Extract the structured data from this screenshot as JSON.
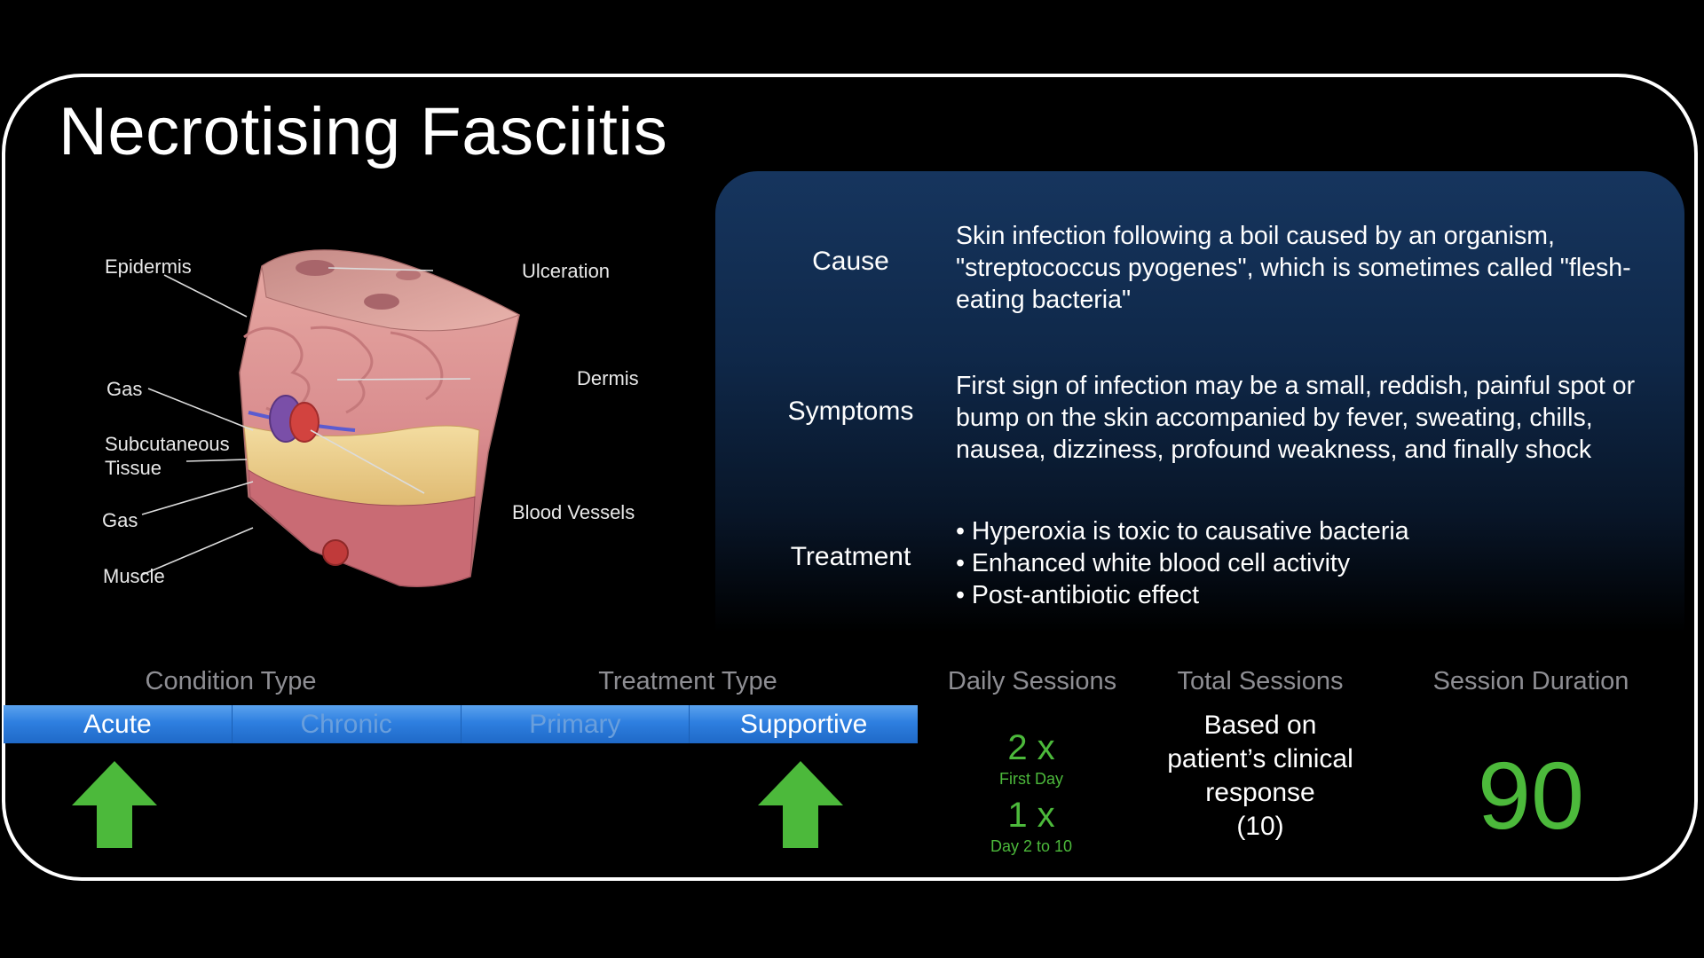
{
  "title": "Necrotising Fasciitis",
  "illustration": {
    "labels": {
      "epidermis": "Epidermis",
      "ulceration": "Ulceration",
      "dermis": "Dermis",
      "gas_top": "Gas",
      "subcutaneous": "Subcutaneous",
      "tissue": "Tissue",
      "gas_bottom": "Gas",
      "blood_vessels": "Blood Vessels",
      "muscle": "Muscle"
    }
  },
  "info": {
    "cause_label": "Cause",
    "cause_text": "Skin infection following a boil caused by an organism, \"streptococcus pyogenes\", which is sometimes called \"flesh-eating bacteria\"",
    "symptoms_label": "Symptoms",
    "symptoms_text": "First sign of infection may be a small, reddish, painful spot or bump on the skin accompanied by fever, sweating, chills, nausea, dizziness, profound weakness, and finally shock",
    "treatment_label": "Treatment",
    "treatment_items": [
      "Hyperoxia is toxic to causative bacteria",
      "Enhanced white blood cell activity",
      "Post-antibiotic effect"
    ]
  },
  "headers": {
    "condition_type": "Condition Type",
    "treatment_type": "Treatment Type",
    "daily_sessions": "Daily Sessions",
    "total_sessions": "Total Sessions",
    "session_duration": "Session Duration"
  },
  "segments": [
    {
      "label": "Acute",
      "selected": true
    },
    {
      "label": "Chronic",
      "selected": false
    },
    {
      "label": "Primary",
      "selected": false
    },
    {
      "label": "Supportive",
      "selected": true
    }
  ],
  "icons": {
    "selected_indicator": "up-arrow-icon"
  },
  "daily_sessions": {
    "first_count": "2 x",
    "first_caption": "First Day",
    "second_count": "1 x",
    "second_caption": "Day 2 to 10"
  },
  "total_sessions": {
    "line1": "Based on",
    "line2": "patient’s clinical",
    "line3": "response",
    "line4": "(10)"
  },
  "session_duration": "90",
  "colors": {
    "accent_green": "#4cb93b",
    "segment_blue": "#2e7fe0",
    "panel_blue": "#16355e",
    "header_gray": "#8e8e93"
  }
}
